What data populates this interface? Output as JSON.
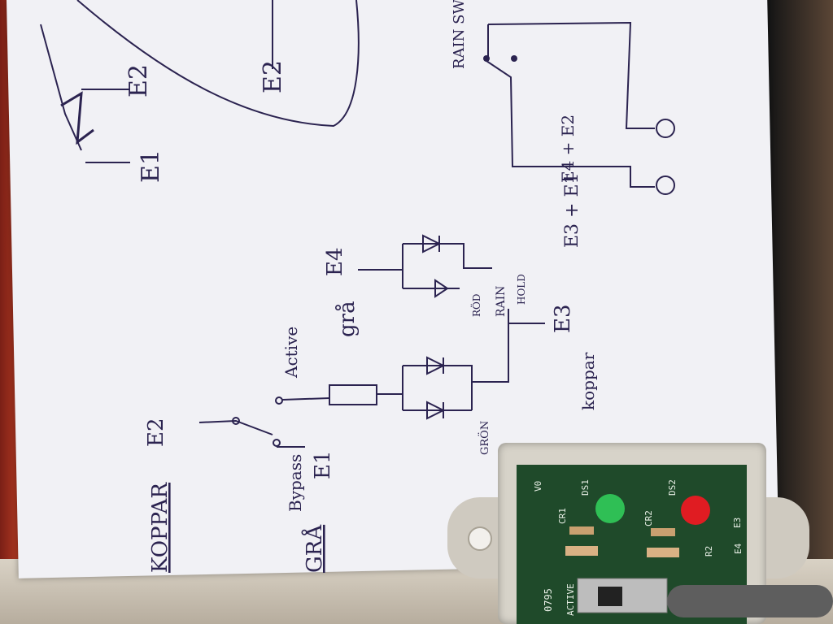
{
  "sketch": {
    "top_labels": {
      "e1": "E1",
      "e2_left": "E2",
      "e2_right": "E2"
    },
    "rain_sw_label": "RAIN SW",
    "terminal_labels": {
      "e4_e2": "E4 + E2",
      "e3_e1": "E3 + E1"
    },
    "legend": {
      "koppar": "KOPPAR",
      "koppar_e": "E2",
      "gra": "GRÅ",
      "gra_e": "E1"
    },
    "switch_labels": {
      "bypass": "Bypass",
      "active": "Active"
    },
    "wire_labels": {
      "gra": "grå",
      "e4": "E4",
      "koppar": "koppar",
      "e3": "E3"
    },
    "led_labels": {
      "gron": "GRÖN",
      "rod": "RÖD",
      "rain": "RAIN",
      "hold": "HOLD"
    }
  },
  "pcb": {
    "labels": {
      "ds1": "DS1",
      "ds2": "DS2",
      "cr1": "CR1",
      "cr2": "CR2",
      "r2": "R2",
      "e4": "E4",
      "e3": "E3",
      "part_no": "0795",
      "active": "ACTIVE",
      "code": "V0"
    },
    "led_colors": {
      "ds1": "#2fbf55",
      "ds2": "#e01c22"
    }
  }
}
